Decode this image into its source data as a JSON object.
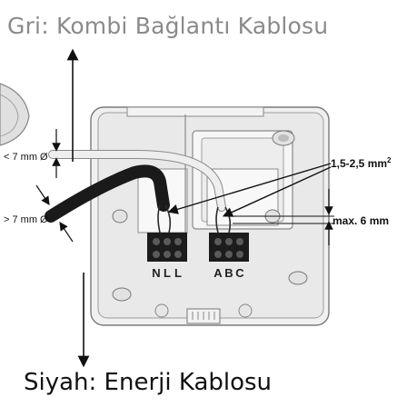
{
  "labels": {
    "top_title": "Gri: Kombi Bağlantı Kablosu",
    "bottom_title": "Siyah: Enerji Kablosu",
    "small_cable_dia": "< 7 mm Ø",
    "large_cable_dia": "> 7 mm Ø",
    "wire_section": "1,5-2,5 mm",
    "wire_section_sup": "2",
    "strip_length": "max. 6 mm"
  },
  "terminals": {
    "left": [
      "N",
      "L",
      "L"
    ],
    "right": [
      "A",
      "B",
      "C"
    ]
  },
  "colors": {
    "housing": "#ececec",
    "housing_stroke": "#7a7a7a",
    "terminal_block": "#1c1c1c",
    "grey_cable": "#e6e6e6",
    "black_cable": "#1a1a1a",
    "top_title": "#8a8a8a",
    "bottom_title": "#111111"
  }
}
